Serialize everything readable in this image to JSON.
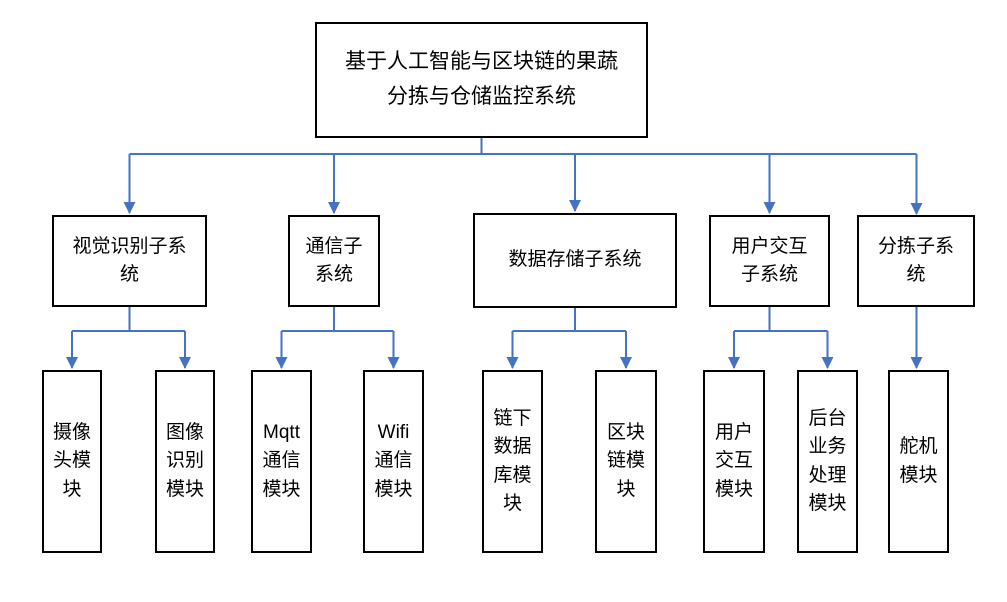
{
  "colors": {
    "connector": "#4472C4",
    "box_border": "#000000",
    "box_fill": "#FFFFFF",
    "text": "#000000",
    "background": "#FFFFFF"
  },
  "diagram": {
    "root": {
      "label": "基于人工智能与区块链的果蔬\n分拣与仓储监控系统"
    },
    "subsystems": [
      {
        "label": "视觉识别子系\n统",
        "modules": [
          {
            "label": "摄像\n头模\n块"
          },
          {
            "label": "图像\n识别\n模块"
          }
        ]
      },
      {
        "label": "通信子\n系统",
        "modules": [
          {
            "label": "Mqtt\n通信\n模块"
          },
          {
            "label": "Wifi\n通信\n模块"
          }
        ]
      },
      {
        "label": "数据存储子系统",
        "modules": [
          {
            "label": "链下\n数据\n库模\n块"
          },
          {
            "label": "区块\n链模\n块"
          }
        ]
      },
      {
        "label": "用户交互\n子系统",
        "modules": [
          {
            "label": "用户\n交互\n模块"
          },
          {
            "label": "后台\n业务\n处理\n模块"
          }
        ]
      },
      {
        "label": "分拣子系\n统",
        "modules": [
          {
            "label": "舵机\n模块"
          }
        ]
      }
    ]
  }
}
